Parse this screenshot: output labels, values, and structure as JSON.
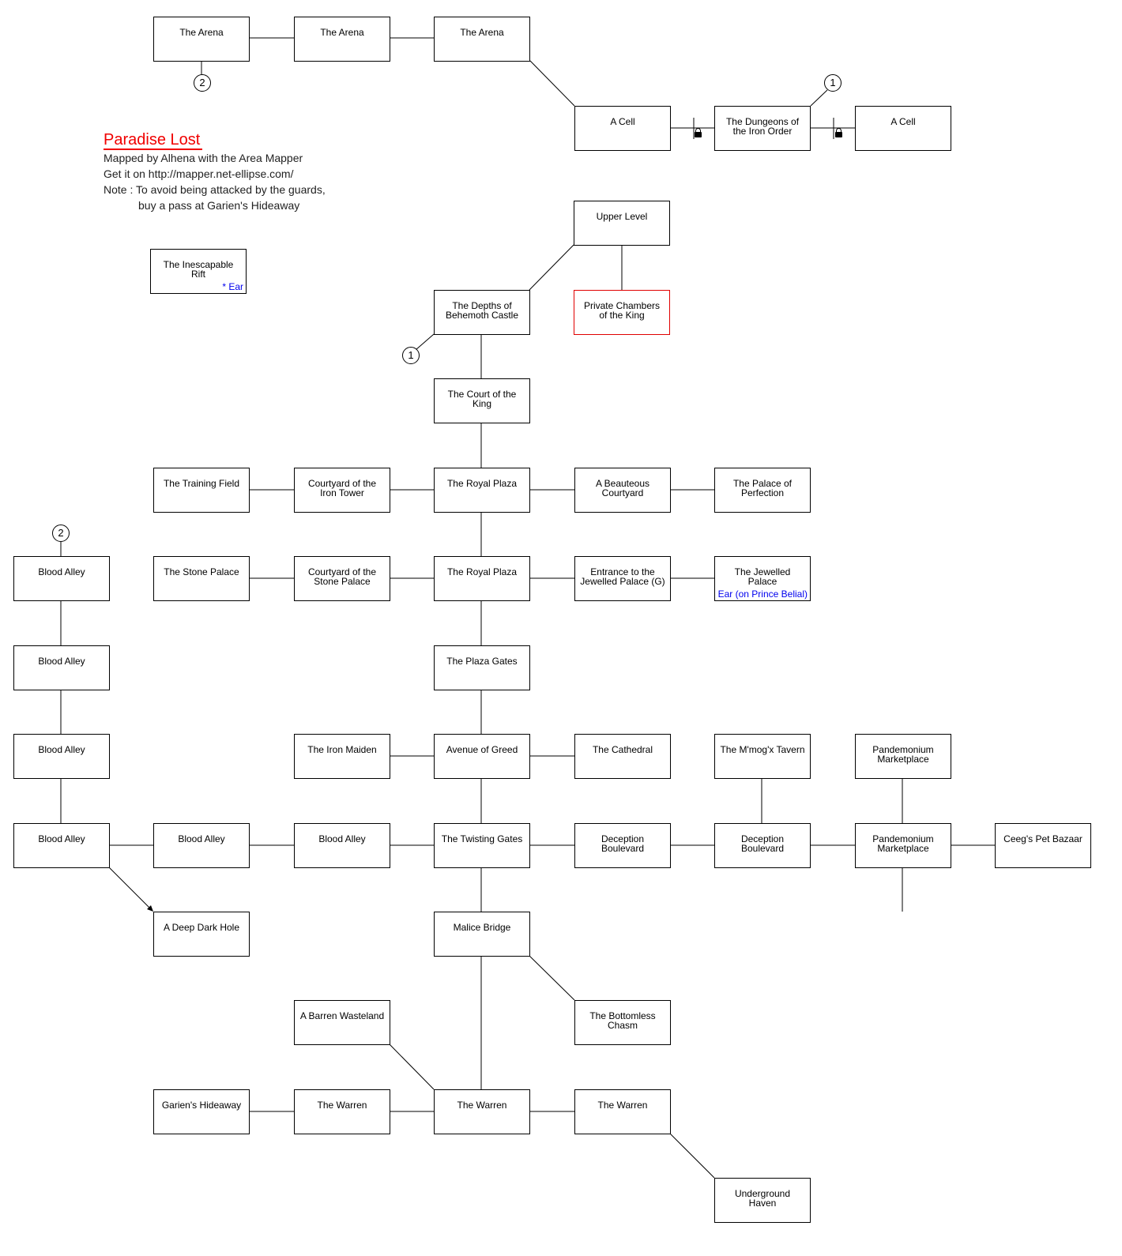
{
  "header": {
    "title": "Paradise Lost",
    "line1": "Mapped by Alhena with the Area Mapper",
    "line2": "Get it on http://mapper.net-ellipse.com/",
    "line3": "Note :  To avoid being attacked by the guards,",
    "line4": "buy a pass at Garien's Hideaway"
  },
  "markers": [
    "2",
    "1",
    "1",
    "2"
  ],
  "rooms": [
    {
      "name": "The Arena"
    },
    {
      "name": "The Arena"
    },
    {
      "name": "The Arena"
    },
    {
      "name": "A Cell"
    },
    {
      "name": "The Dungeons of the Iron Order"
    },
    {
      "name": "A Cell"
    },
    {
      "name": "Upper Level"
    },
    {
      "name": "The Inescapable Rift",
      "note": "* Ear"
    },
    {
      "name": "The Depths of Behemoth Castle"
    },
    {
      "name": "Private Chambers of the King",
      "highlight": "#e00000"
    },
    {
      "name": "The Court of the King"
    },
    {
      "name": "The Training Field"
    },
    {
      "name": "Courtyard of the Iron Tower"
    },
    {
      "name": "The Royal Plaza"
    },
    {
      "name": "A Beauteous Courtyard"
    },
    {
      "name": "The Palace of Perfection"
    },
    {
      "name": "Blood Alley"
    },
    {
      "name": "The Stone Palace"
    },
    {
      "name": "Courtyard of the Stone Palace"
    },
    {
      "name": "The Royal Plaza"
    },
    {
      "name": "Entrance to the Jewelled Palace (G)"
    },
    {
      "name": "The Jewelled Palace",
      "note": "Ear (on Prince Belial)"
    },
    {
      "name": "Blood Alley"
    },
    {
      "name": "The Plaza Gates"
    },
    {
      "name": "Blood Alley"
    },
    {
      "name": "The Iron Maiden"
    },
    {
      "name": "Avenue of Greed"
    },
    {
      "name": "The Cathedral"
    },
    {
      "name": "The M'mog'x Tavern"
    },
    {
      "name": "Pandemonium Marketplace"
    },
    {
      "name": "Blood Alley"
    },
    {
      "name": "Blood Alley"
    },
    {
      "name": "Blood Alley"
    },
    {
      "name": "The Twisting Gates"
    },
    {
      "name": "Deception Boulevard"
    },
    {
      "name": "Deception Boulevard"
    },
    {
      "name": "Pandemonium Marketplace"
    },
    {
      "name": "Ceeg's Pet Bazaar"
    },
    {
      "name": "A Deep Dark Hole"
    },
    {
      "name": "Malice Bridge"
    },
    {
      "name": "The Bottomless Chasm"
    },
    {
      "name": "A Barren Wasteland"
    },
    {
      "name": "Garien's Hideaway"
    },
    {
      "name": "The Warren"
    },
    {
      "name": "The Warren"
    },
    {
      "name": "The Warren"
    },
    {
      "name": "Underground Haven"
    }
  ]
}
